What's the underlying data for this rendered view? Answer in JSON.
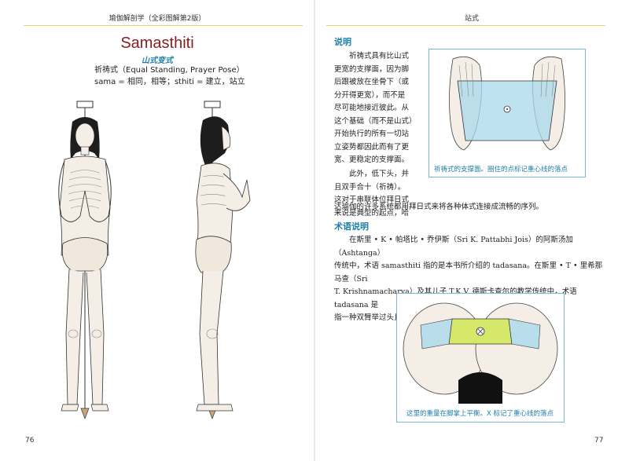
{
  "left_page": {
    "running_head": "瑜伽解剖学（全彩图解第2版）",
    "title": "Samasthiti",
    "subtitle": "山式变式",
    "translation_line1": "祈祷式（Equal Standing, Prayer Pose）",
    "translation_line2": "sama = 相同，相等；sthiti = 建立，站立",
    "page_number": "76"
  },
  "right_page": {
    "running_head": "站式",
    "section1_heading": "说明",
    "section1_para1_lines": [
      "祈祷式具有比山式",
      "更宽的支撑面，因为脚",
      "后跟被放在坐骨下（或",
      "分开得更宽），而不是",
      "尽可能地接近彼此。从",
      "这个基础（而不是山式）",
      "开始执行的所有一切站",
      "立姿势都因此而有了更",
      "宽、更稳定的支撑面。"
    ],
    "section1_para2_lines": [
      "此外，低下头，并",
      "且双手合十（祈祷）。",
      "这对于串联体位拜日式",
      "来说是典型的起点，哈"
    ],
    "section1_para2_tail": "达瑜伽的许多系统都用拜日式来将各种体式连接成流畅的序列。",
    "figure1_caption": "祈祷式的支撑面。圈住的点标记重心线的落点",
    "section2_heading": "术语说明",
    "section2_lines": [
      "在斯里 • K • 帕塔比 • 乔伊斯（Sri K. Pattabhi Jois）的阿斯汤加（Ashtanga）",
      "传统中，术语 samasthiti 指的是本书所介绍的 tadasana。在斯里 • T • 里希那马查（Sri",
      "T. Krishnamacharya）及其儿子 T.K.V. 德斯卡查尔的教学传统中，术语 tadasana 是",
      "指一种双臂举过头且在脚掌上平衡的站姿（下图示出了支撑面）。"
    ],
    "figure2_caption": "这里的重量在脚掌上平衡。X 标记了重心线的落点",
    "page_number": "77"
  },
  "colors": {
    "title_red": "#8a1e23",
    "accent_blue": "#1f7fa6",
    "rule_yellow": "#e3d36a",
    "support_blue": "#a9d8ec",
    "support_green": "#d6e86a"
  }
}
